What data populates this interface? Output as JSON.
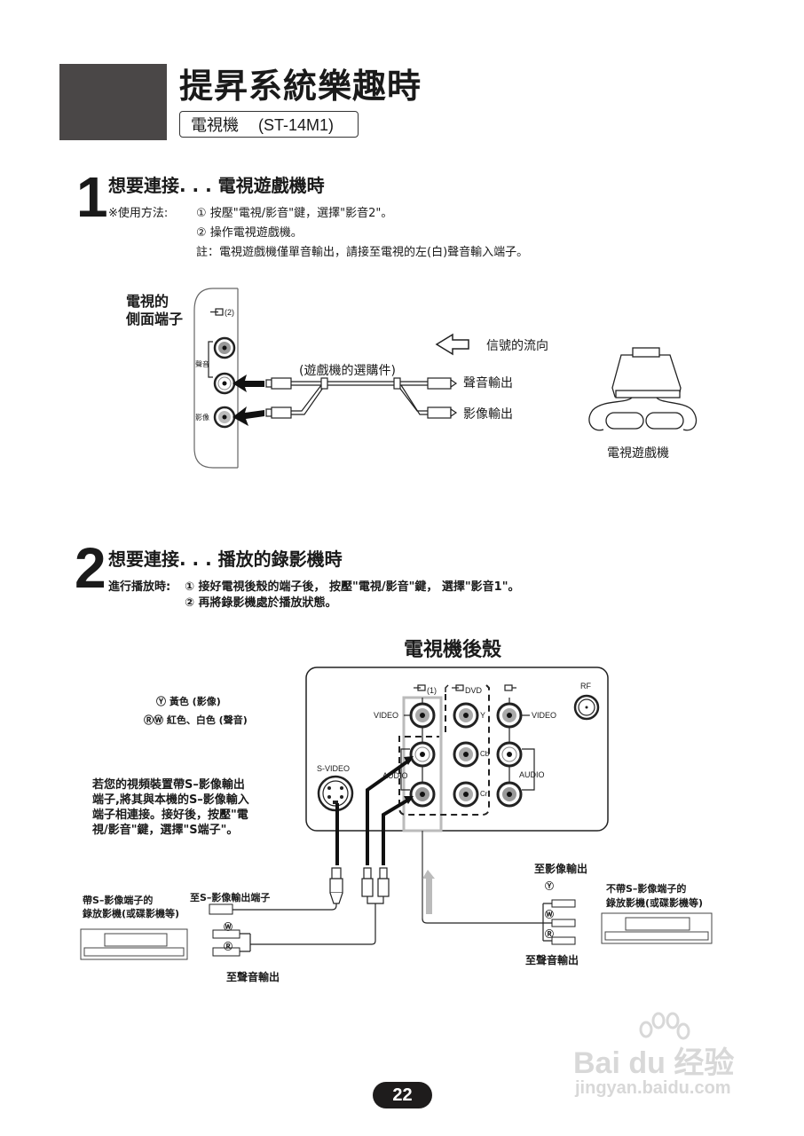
{
  "header": {
    "title": "提昇系統樂趣時",
    "product_label": "電視機",
    "model": "(ST-14M1)"
  },
  "section1": {
    "number": "1",
    "title": "想要連接. . . 電視遊戲機時",
    "usage_label": "※使用方法:",
    "step1": "① 按壓\"電視/影音\"鍵，選擇\"影音2\"。",
    "step2": "② 操作電視遊戲機。",
    "note": "註：電視遊戲機僅單音輸出，請接至電視的左(白)聲音輸入端子。",
    "diagram": {
      "panel_label_line1": "電視的",
      "panel_label_line2": "側面端子",
      "input_label": "(2)",
      "audio_label": "聲音",
      "video_label": "影像",
      "cable_label": "(遊戲機的選購件)",
      "flow_label": "信號的流向",
      "audio_out": "聲音輸出",
      "video_out": "影像輸出",
      "console_label": "電視遊戲機"
    }
  },
  "section2": {
    "number": "2",
    "title": "想要連接. . . 播放的錄影機時",
    "playback_label": "進行播放時:",
    "step1": "① 接好電視後殼的端子後， 按壓\"電視/影音\"鍵， 選擇\"影音1\"。",
    "step2": "② 再將錄影機處於播放狀態。",
    "diagram": {
      "rear_title": "電視機後殼",
      "legend_y": "黃色 (影像)",
      "legend_rw": "紅色、白色 (聲音)",
      "svideo_note": [
        "若您的視頻裝置帶S–影像輸出",
        "端子,將其與本機的S–影像輸入",
        "端子相連接。接好後，按壓\"電",
        "視/影音\"鍵，選擇\"S端子\"。"
      ],
      "jack_labels": {
        "input1": "(1)",
        "dvd": "DVD",
        "rf": "RF",
        "video_left": "VIDEO",
        "video_right": "VIDEO",
        "y": "Y",
        "cb": "Cb",
        "cr": "Cr",
        "audio_left": "AUDIO",
        "audio_right": "AUDIO",
        "svideo": "S-VIDEO"
      },
      "vcr_with_s_line1": "帶S–影像端子的",
      "vcr_with_s_line2": "錄放影機(或碟影機等)",
      "to_svideo_out": "至S–影像輸出端子",
      "to_audio_out_left": "至聲音輸出",
      "to_video_out": "至影像輸出",
      "vcr_without_s_line1": "不帶S–影像端子的",
      "vcr_without_s_line2": "錄放影機(或碟影機等)",
      "to_audio_out_right": "至聲音輸出",
      "plug_w": "W",
      "plug_r": "R",
      "plug_y": "Y"
    }
  },
  "footer": {
    "page_number": "22",
    "watermark_brand": "Bai  du 经验",
    "watermark_url": "jingyan.baidu.com"
  }
}
